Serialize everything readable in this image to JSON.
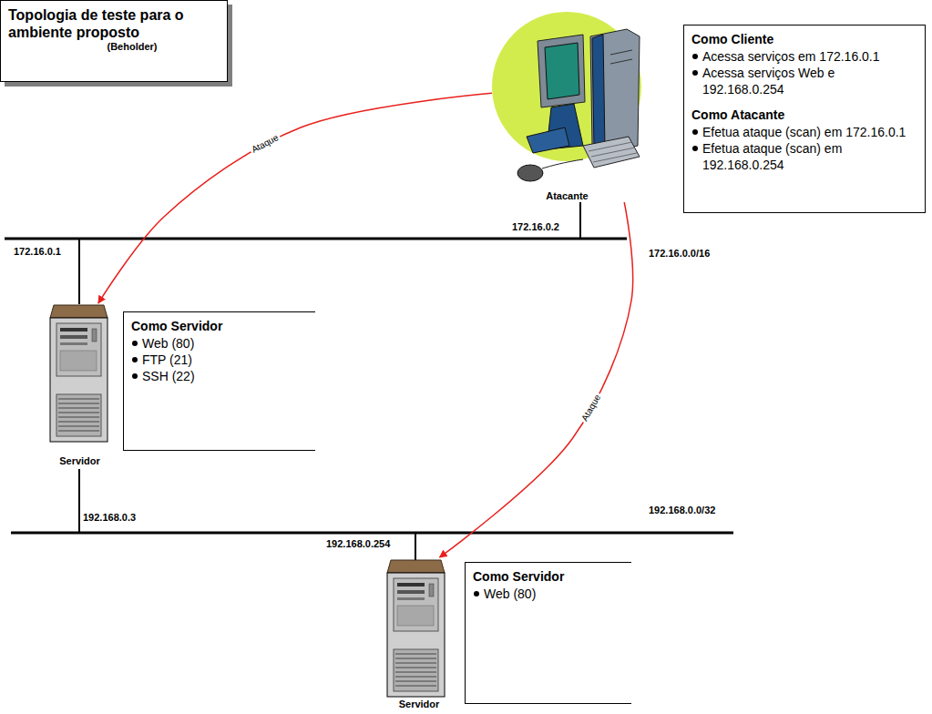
{
  "diagram": {
    "title": "Topologia de teste para o ambiente proposto",
    "nodes": [
      {
        "text": [
          "Topologia de teste para o ambiente proposto",
          "(Beholder)"
        ]
      },
      {
        "text": [
          "Atacante"
        ]
      },
      {
        "text": [
          "Como Cliente",
          "Acessa serviços em 172.16.0.1",
          "Acessa serviços Web e 192.168.0.254",
          "Como Atacante",
          "Efetua ataque (scan) em 172.16.0.1",
          "Efetua ataque (scan) em 192.168.0.254"
        ]
      },
      {
        "text": [
          "Servidor"
        ]
      },
      {
        "text": [
          "Como Servidor",
          "Web (80)",
          "FTP (21)",
          "SSH (22)"
        ]
      },
      {
        "text": [
          "Servidor"
        ]
      },
      {
        "text": [
          "Como Servidor",
          "Web (80)"
        ]
      }
    ],
    "edges": [
      {
        "from": 1,
        "to": 3,
        "arrow": "to",
        "label": "Ataque"
      },
      {
        "from": 1,
        "to": 5,
        "arrow": "to",
        "label": "Ataque"
      }
    ],
    "labels": [
      "172.16.0.2",
      "172.16.0.1",
      "172.16.0.0/16",
      "192.168.0.3",
      "192.168.0.0/32",
      "192.168.0.254"
    ]
  }
}
